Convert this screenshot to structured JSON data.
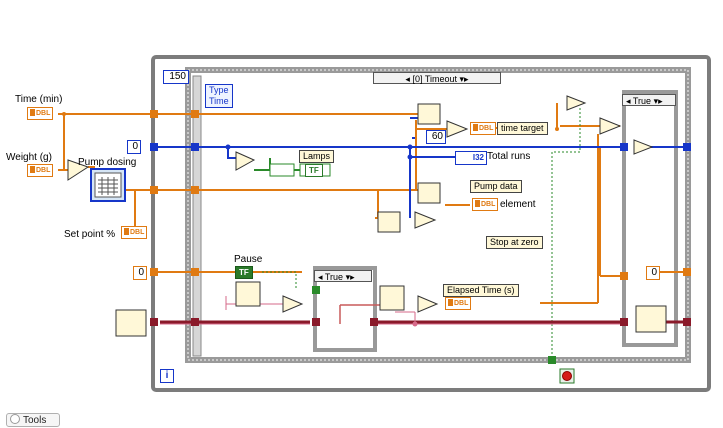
{
  "controls": {
    "time_label": "Time (min)",
    "weight_label": "Weight (g)",
    "pump_dosing_label": "Pump dosing",
    "set_point_label": "Set point %",
    "dbl_tag": "DBL",
    "const_zero": "0",
    "const_150": "150",
    "const_60": "60",
    "const_right_zero": "0",
    "info": "i"
  },
  "loop": {
    "timed_type": "Type",
    "timed_time": "Time",
    "case_selector": "[0] Timeout"
  },
  "nodes": {
    "lamps": "Lamps",
    "tf": "TF",
    "time_target": "time target",
    "total_runs": "Total runs",
    "i32_tag": "I32",
    "pump_data": "Pump data",
    "element": "element",
    "stop_at_zero": "Stop at zero",
    "pause": "Pause",
    "true_case_inner": "True",
    "true_case_outer": "True",
    "elapsed_time": "Elapsed Time (s)"
  },
  "toolbar": {
    "tools_label": "Tools"
  },
  "colors": {
    "wire_orange": "#e07a12",
    "wire_blue": "#1636c9",
    "wire_green": "#2a8a2a",
    "wire_maroon": "#8a1a2a",
    "wire_pink": "#d66a8a",
    "frame": "#7c7c7c"
  }
}
